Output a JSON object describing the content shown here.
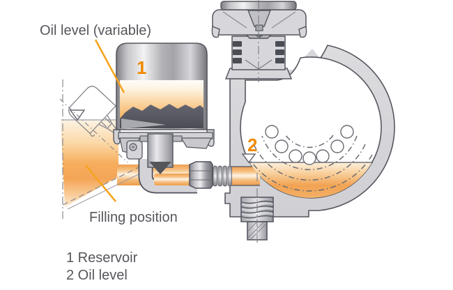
{
  "diagram": {
    "oil_level_label": "Oil level (variable)",
    "filling_label": "Filling position",
    "callout_1": "1",
    "callout_2": "2",
    "legend": {
      "item1": "1 Reservoir",
      "item2": "2 Oil level"
    },
    "colors": {
      "label_orange": "#ef8a00",
      "leader_orange": "#f6a41f",
      "oil_orange": "#f0a14e",
      "oil_cream": "#fdf0dc",
      "metal_gray": "#d7d7db",
      "outline_gray": "#55575f",
      "text_gray": "#55565b"
    }
  }
}
